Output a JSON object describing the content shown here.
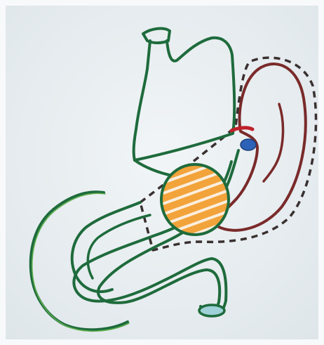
{
  "diagram": {
    "labels": [],
    "colors": {
      "paper": "#e9eef1",
      "paper_edge": "#f7f9fa",
      "green_outline": "#1e6b3c",
      "green_light": "#5fae4e",
      "pink_outline": "#7a2a2a",
      "cyst_fill": "#f2a33a",
      "cyst_stripes": "#fbeedd",
      "blue_marker": "#2c63b8",
      "red_marker": "#c0202a",
      "dashed_line": "#3a3030"
    },
    "structures": [
      {
        "name": "stomach",
        "color": "green_outline"
      },
      {
        "name": "duodenum",
        "color": "green_outline"
      },
      {
        "name": "jejunal-limb",
        "color": "green_outline"
      },
      {
        "name": "pancreas-tail-loop",
        "color": "pink_outline"
      },
      {
        "name": "orange-striped-mass",
        "color": "cyst_fill"
      },
      {
        "name": "blue-marker",
        "color": "blue_marker"
      },
      {
        "name": "red-marker",
        "color": "red_marker"
      },
      {
        "name": "dashed-region-outline",
        "color": "dashed_line"
      }
    ]
  }
}
